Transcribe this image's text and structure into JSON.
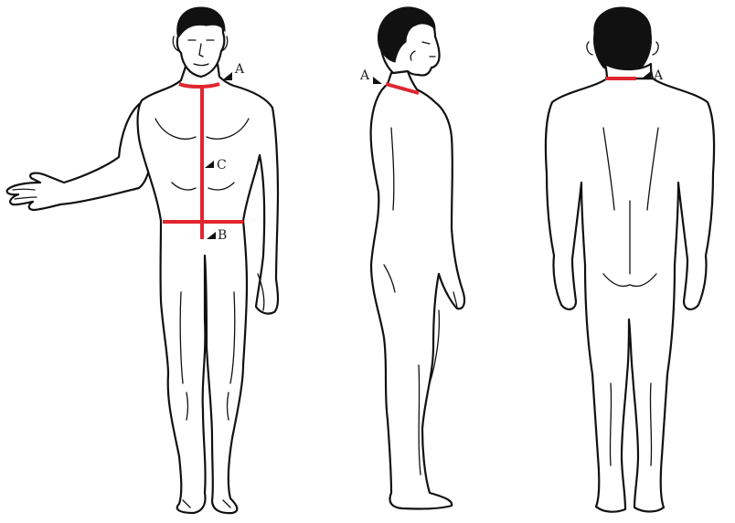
{
  "measure_color": "#e0262f",
  "outline_color": "#111111",
  "labels": {
    "front_a": "A",
    "front_b": "B",
    "front_c": "C",
    "side_a": "A",
    "back_a": "A"
  }
}
